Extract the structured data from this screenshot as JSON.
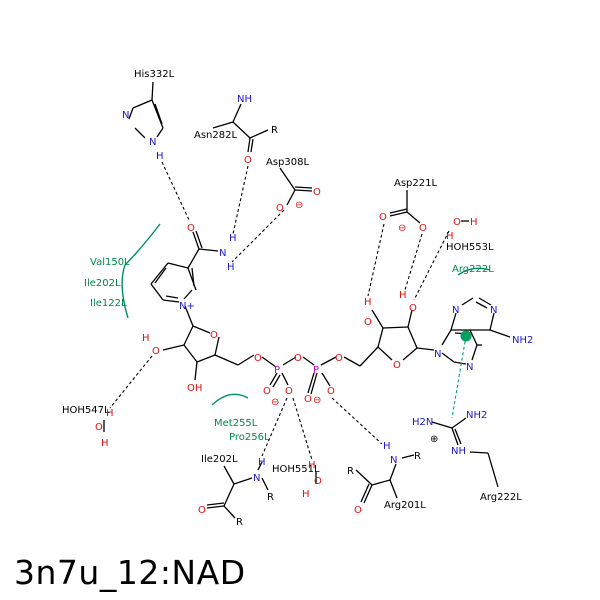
{
  "title": "3n7u_12:NAD",
  "residues": {
    "his332": "His332L",
    "asn282": "Asn282L",
    "asp308": "Asp308L",
    "asp221": "Asp221L",
    "hoh553": "HOH553L",
    "arg222_top": "Arg222L",
    "val150": "Val150L",
    "ile202_top": "Ile202L",
    "ile122": "Ile122L",
    "hoh547": "HOH547L",
    "met255": "Met255L",
    "pro256": "Pro256L",
    "ile202_bottom": "Ile202L",
    "hoh551": "HOH551L",
    "arg201": "Arg201L",
    "arg222_bottom": "Arg222L"
  },
  "atoms": {
    "N": "N",
    "O": "O",
    "P": "P",
    "H": "H",
    "R": "R",
    "NH": "NH",
    "NH2": "NH2",
    "H2N": "H2N",
    "OH": "OH",
    "Nplus": "N+",
    "minus": "⊖",
    "plus": "⊕"
  }
}
